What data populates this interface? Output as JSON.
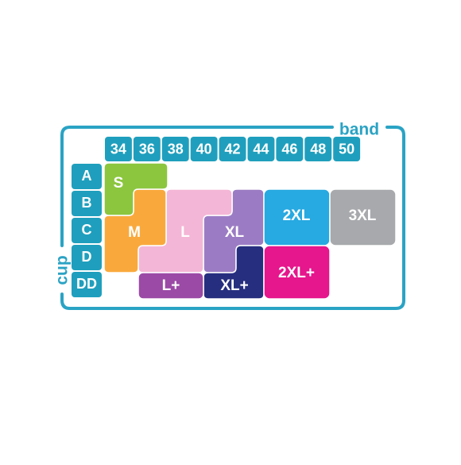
{
  "titles": {
    "band": "band",
    "cup": "cup"
  },
  "bands": [
    "34",
    "36",
    "38",
    "40",
    "42",
    "44",
    "46",
    "48",
    "50"
  ],
  "cups": [
    "A",
    "B",
    "C",
    "D",
    "DD"
  ],
  "sizes": {
    "s": "S",
    "m": "M",
    "l": "L",
    "xl": "XL",
    "xxl": "2XL",
    "xxxl": "3XL",
    "l_plus": "L+",
    "xl_plus": "XL+",
    "xxl_plus": "2XL+"
  },
  "colors": {
    "frame": "#2aa3c4",
    "header": "#1f9fbd",
    "s": "#8cc63f",
    "m": "#f9a93c",
    "l": "#f4b6d6",
    "xl": "#9b7cc4",
    "xxl": "#27a9e1",
    "xxxl": "#a7a9ac",
    "l_plus": "#9b4aa6",
    "xl_plus": "#262e7f",
    "xxl_plus": "#e6168c"
  }
}
